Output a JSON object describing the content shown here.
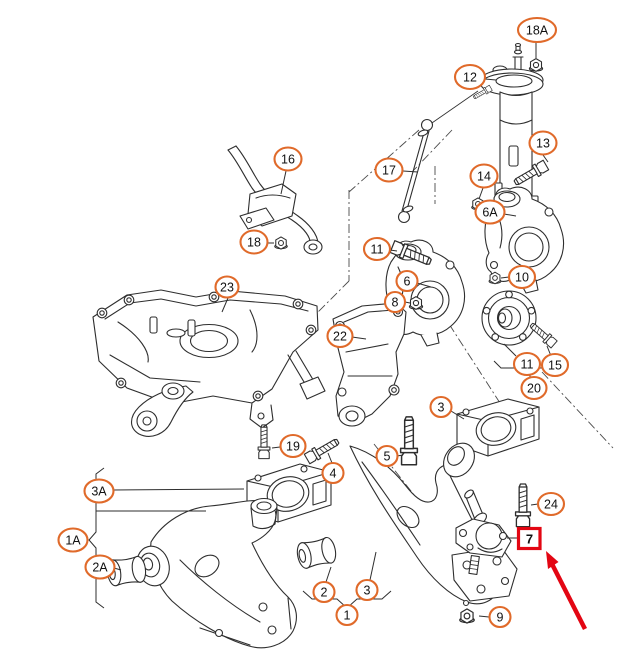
{
  "diagram": {
    "type": "exploded-parts-diagram",
    "subject": "front-suspension",
    "background_color": "#ffffff",
    "line_color": "#2e2e2e",
    "callout_color": "#e06a2a",
    "highlight_color": "#e30613",
    "callouts": [
      {
        "label": "18A"
      },
      {
        "label": "12"
      },
      {
        "label": "13"
      },
      {
        "label": "14"
      },
      {
        "label": "6A"
      },
      {
        "label": "16"
      },
      {
        "label": "17"
      },
      {
        "label": "18"
      },
      {
        "label": "11"
      },
      {
        "label": "6"
      },
      {
        "label": "8"
      },
      {
        "label": "10"
      },
      {
        "label": "23"
      },
      {
        "label": "22"
      },
      {
        "label": "11"
      },
      {
        "label": "15"
      },
      {
        "label": "20"
      },
      {
        "label": "19"
      },
      {
        "label": "4"
      },
      {
        "label": "5"
      },
      {
        "label": "3"
      },
      {
        "label": "24"
      },
      {
        "label": "3A"
      },
      {
        "label": "1A"
      },
      {
        "label": "2A"
      },
      {
        "label": "2"
      },
      {
        "label": "3"
      },
      {
        "label": "1"
      },
      {
        "label": "9"
      }
    ],
    "highlight": {
      "label": "7",
      "style": "red-box-with-arrow"
    },
    "parts": [
      {
        "name": "suspension-strut"
      },
      {
        "name": "strut-top-nut"
      },
      {
        "name": "stabilizer-link"
      },
      {
        "name": "stabilizer-bar-with-clamp"
      },
      {
        "name": "steering-knuckle-right"
      },
      {
        "name": "steering-knuckle-left"
      },
      {
        "name": "wheel-hub"
      },
      {
        "name": "wheel-bolt"
      },
      {
        "name": "subframe"
      },
      {
        "name": "console-bracket"
      },
      {
        "name": "bushing-clamp-block-left"
      },
      {
        "name": "bushing-clamp-block-right"
      },
      {
        "name": "control-arm-left"
      },
      {
        "name": "control-arm-right"
      },
      {
        "name": "bonded-bushing-left"
      },
      {
        "name": "bonded-bushing-right"
      },
      {
        "name": "ball-joint"
      },
      {
        "name": "hex-bolts"
      },
      {
        "name": "hex-nuts"
      }
    ]
  }
}
